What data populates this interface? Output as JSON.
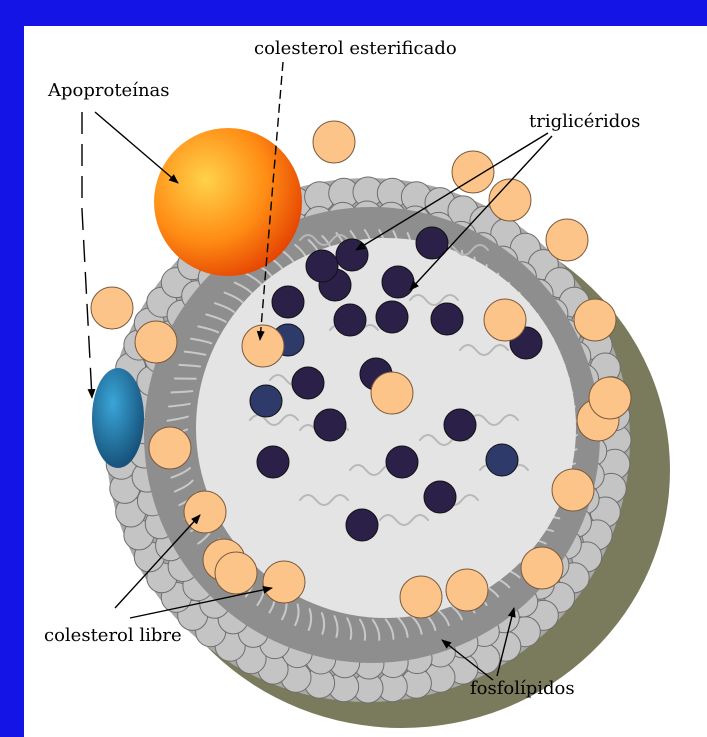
{
  "colors": {
    "frame_blue": "#1414e6",
    "panel": "#ffffff",
    "shell_shadow": "#7a7a5c",
    "phospholipid_head": "#c4c4c4",
    "tail_band": "#8e8e8e",
    "core": "#e4e4e4",
    "free_cholesterol": "#fdc48a",
    "triglyceride": "#2a2048",
    "apoprotein_orange": "#ff7a10",
    "apoprotein_blue": "#1d6a96"
  },
  "labels": {
    "colesterol_esterificado": "colesterol esterificado",
    "apoproteinas": "Apoproteínas",
    "trigliceridos": "triglicéridos",
    "colesterol_libre": "colesterol libre",
    "fosfolipidos": "fosfolípidos"
  }
}
